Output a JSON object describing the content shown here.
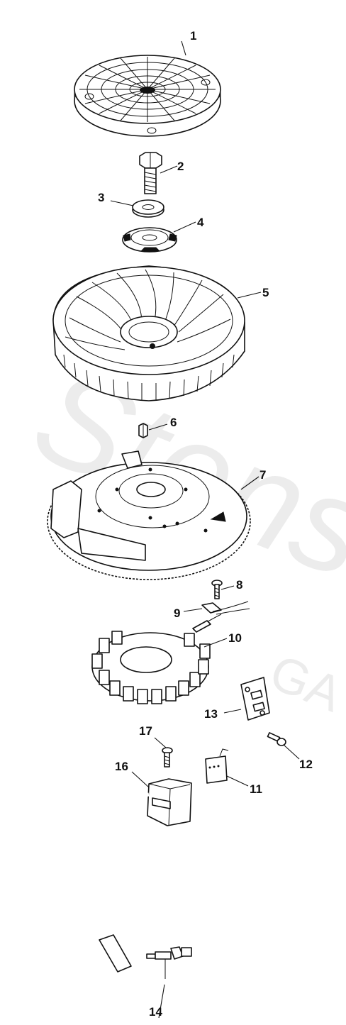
{
  "diagram": {
    "watermark_line1": "Stens",
    "watermark_line2": "GA",
    "callouts": {
      "p1": "1",
      "p2": "2",
      "p3": "3",
      "p4": "4",
      "p5": "5",
      "p6": "6",
      "p7": "7",
      "p8": "8",
      "p9": "9",
      "p10": "10",
      "p11": "11",
      "p12": "12",
      "p13": "13",
      "p14": "14",
      "p16": "16",
      "p17": "17"
    }
  }
}
